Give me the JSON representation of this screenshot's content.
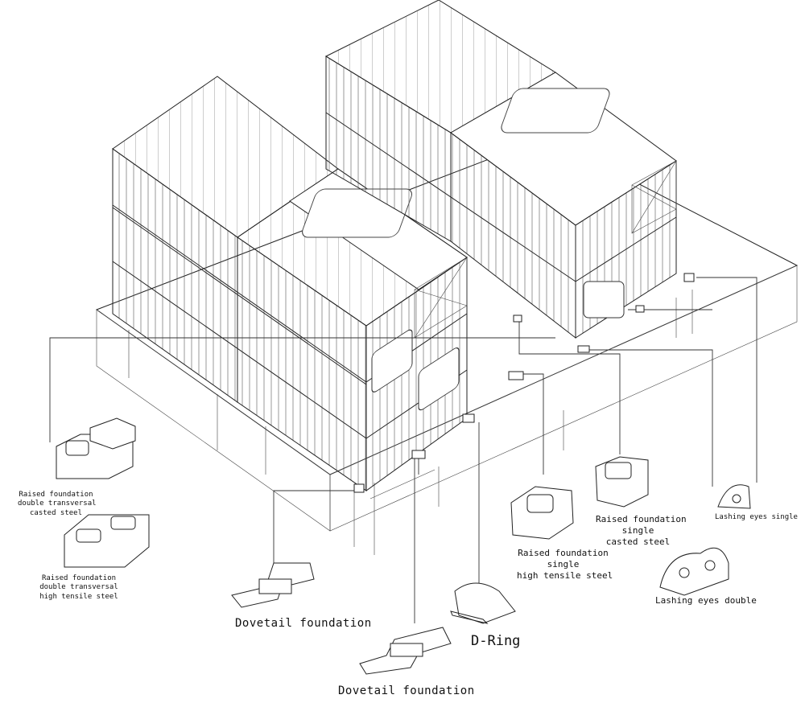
{
  "labels": {
    "raised_double_cast": [
      "Raised foundation",
      "double transversal",
      "casted steel"
    ],
    "raised_double_hts": [
      "Raised foundation",
      "double transversal",
      "high tensile steel"
    ],
    "dovetail_1": "Dovetail foundation",
    "dovetail_2": "Dovetail foundation",
    "d_ring": "D-Ring",
    "raised_single_hts": [
      "Raised foundation",
      "single",
      "high tensile steel"
    ],
    "raised_single_cast": [
      "Raised foundation",
      "single",
      "casted steel"
    ],
    "lashing_single": "Lashing eyes single",
    "lashing_double": "Lashing eyes double"
  }
}
